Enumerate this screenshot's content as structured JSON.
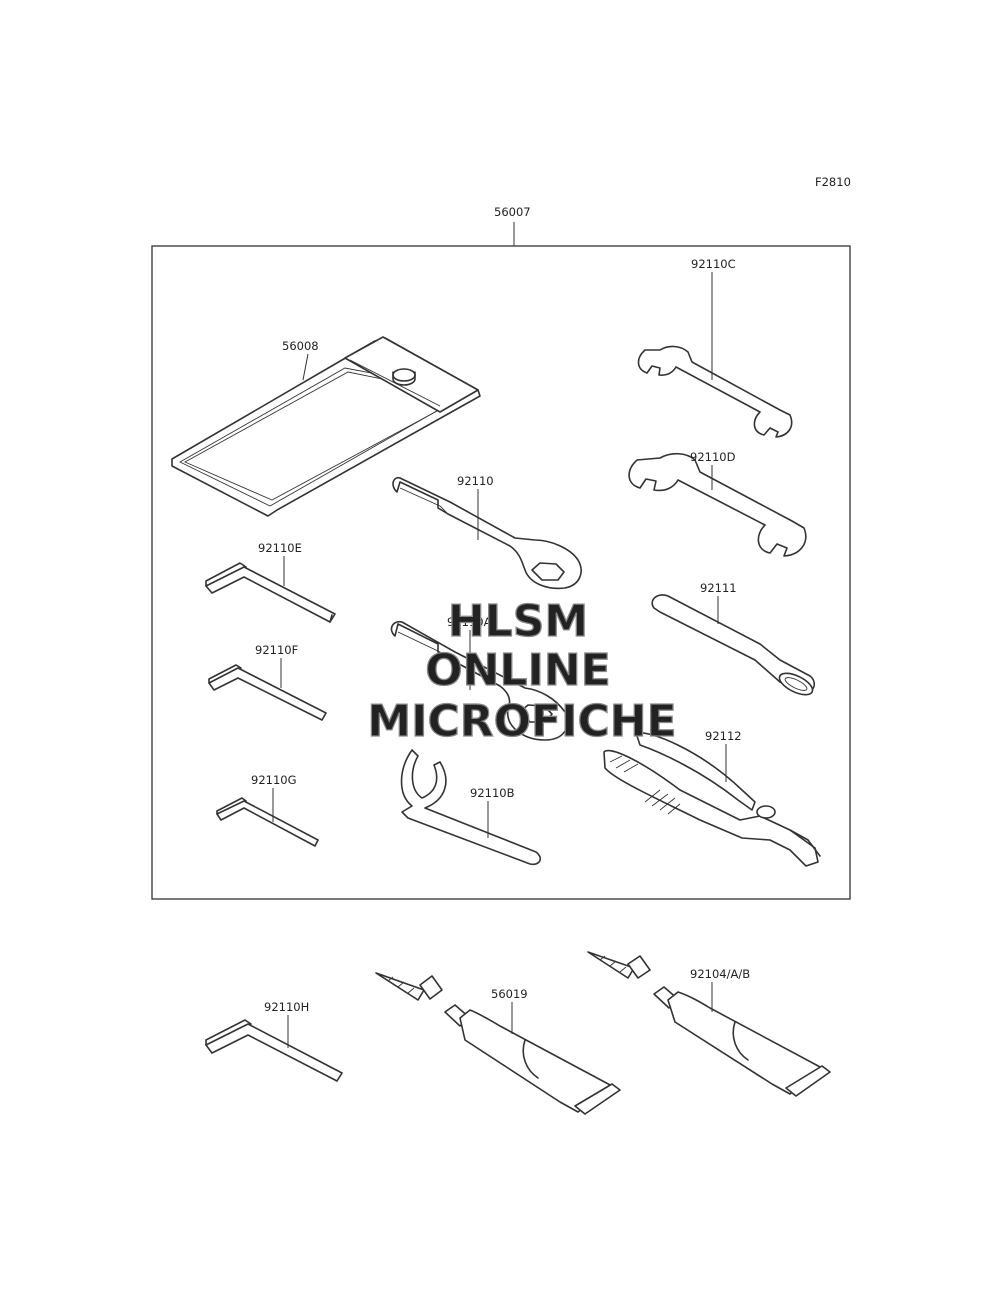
{
  "figure_code": "F2810",
  "kit_label": "56007",
  "watermark": [
    "HLSM",
    "ONLINE",
    "MICROFICHE"
  ],
  "parts": {
    "pouch": "56008",
    "wrench_c": "92110C",
    "wrench_d": "92110D",
    "ring_wrench": "92110",
    "hex_e": "92110E",
    "hex_f": "92110F",
    "hex_g": "92110G",
    "ring_wrench_a": "92110A",
    "hook_wrench_b": "92110B",
    "handle": "92111",
    "pliers": "92112",
    "hex_h": "92110H",
    "tube_1": "56019",
    "tube_2": "92104/A/B"
  }
}
